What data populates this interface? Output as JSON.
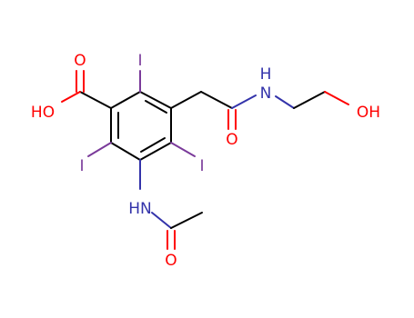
{
  "molecule": {
    "labels": {
      "acid_oxo": "O",
      "acid_hydroxyl": "HO",
      "iodine_2": "I",
      "iodine_4": "I",
      "iodine_6": "I",
      "amide_nh": "N",
      "amide_h": "H",
      "amide_oxo": "O",
      "hydroxyl": "OH",
      "acetamido_nh": "HN",
      "acetyl_oxo": "O"
    },
    "colors": {
      "carbon_bond": "#000000",
      "oxygen": "#ff0000",
      "nitrogen": "#3333aa",
      "iodine": "#7a3a9a"
    }
  }
}
